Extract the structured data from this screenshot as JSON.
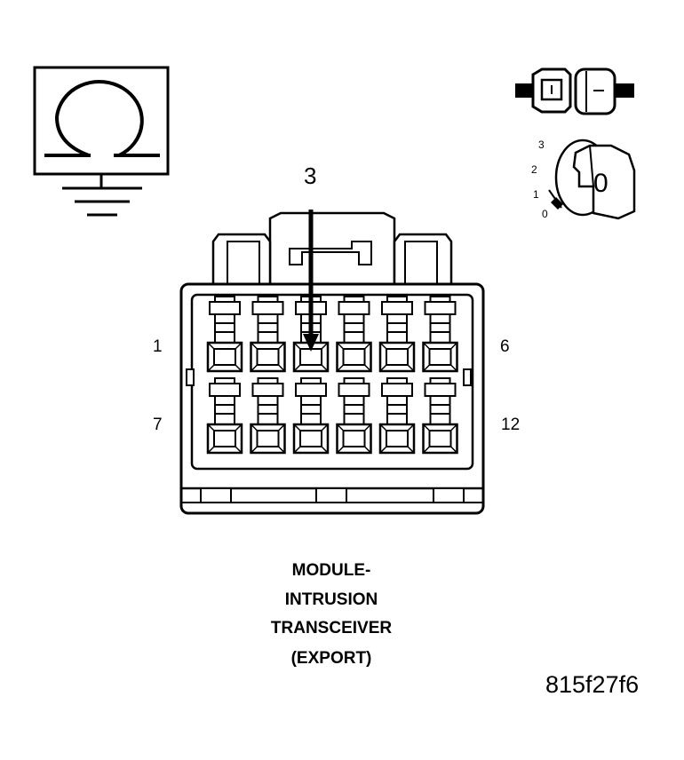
{
  "ohmmeter": {
    "icon": "ohm-meter-icon"
  },
  "connector_icon": {
    "icon": "connector-disconnect-icon"
  },
  "ignition_icon": {
    "icon": "ignition-key-icon",
    "key_label": "0",
    "positions": [
      "3",
      "2",
      "1",
      "0"
    ]
  },
  "connector": {
    "pointer_label": "3",
    "pin_labels": {
      "top_left": "1",
      "top_right": "6",
      "bottom_left": "7",
      "bottom_right": "12"
    },
    "rows": 2,
    "cols": 6
  },
  "title": {
    "lines": [
      "MODULE-",
      "INTRUSION",
      "TRANSCEIVER",
      "(EXPORT)"
    ]
  },
  "ref_code": "815f27f6"
}
